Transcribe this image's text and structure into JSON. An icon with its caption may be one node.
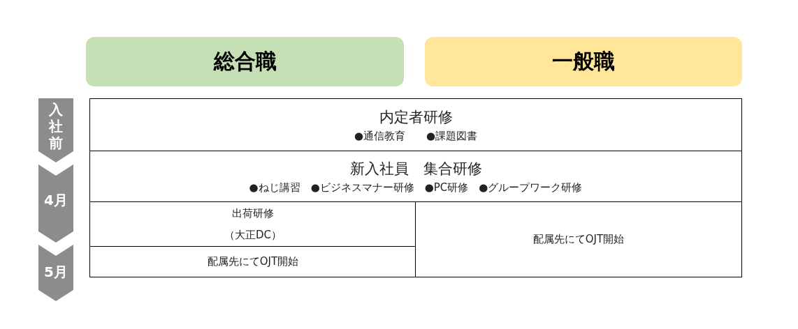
{
  "diagram": {
    "nodes": [
      {
        "text": [
          "総合職"
        ]
      },
      {
        "text": [
          "一般職"
        ]
      },
      {
        "text": [
          "内定者研修",
          "●通信教育　　●課題図書"
        ]
      },
      {
        "text": [
          "新入社員　集合研修",
          "●ねじ講習　●ビジネスマナー研修　●PC研修　●グループワーク研修"
        ]
      },
      {
        "text": [
          "出荷研修",
          "（大正DC）"
        ]
      },
      {
        "text": [
          "配属先にてOJT開始"
        ]
      },
      {
        "text": [
          "配属先にてOJT開始"
        ]
      },
      {
        "text": [
          "入社前"
        ]
      },
      {
        "text": [
          "4月"
        ]
      },
      {
        "text": [
          "5月"
        ]
      }
    ],
    "edges": []
  }
}
